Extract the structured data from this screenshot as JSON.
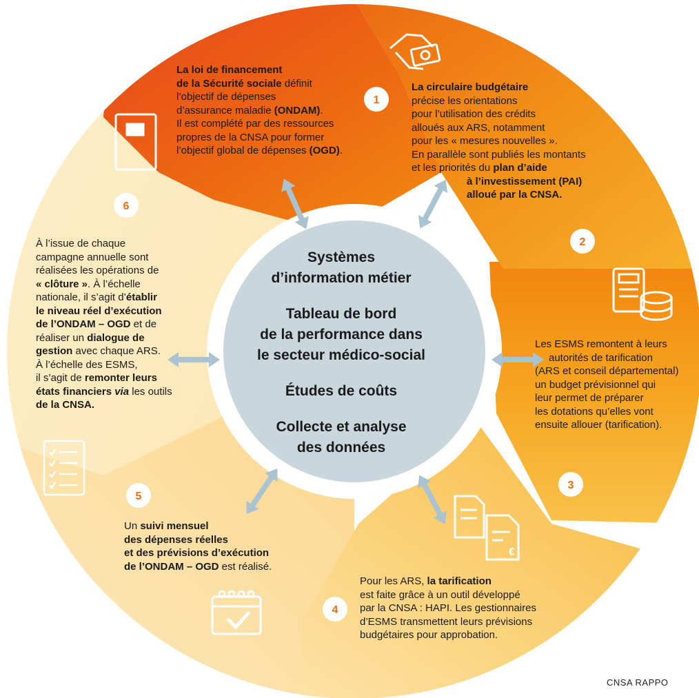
{
  "center": {
    "line1": "Systèmes",
    "line2": "d’information métier",
    "line3": "Tableau de bord",
    "line4": "de la performance dans",
    "line5": "le secteur médico-social",
    "line6": "Études de coûts",
    "line7": "Collecte et analyse",
    "line8": "des données"
  },
  "steps": [
    {
      "number": "1"
    },
    {
      "number": "2"
    },
    {
      "number": "3"
    },
    {
      "number": "4"
    },
    {
      "number": "5"
    },
    {
      "number": "6"
    }
  ],
  "text1": {
    "l1b": "La loi de financement",
    "l2b": "de la Sécurité sociale",
    "l2": " définit",
    "l3": "l’objectif de dépenses",
    "l4": "d’assurance maladie ",
    "l4b": "(ONDAM)",
    "l4e": ".",
    "l5": "Il est complété par des ressources",
    "l6": "propres de la CNSA pour former",
    "l7": "l’objectif global de dépenses ",
    "l7b": "(OGD)",
    "l7e": "."
  },
  "text2": {
    "l1b": "La circulaire budgétaire",
    "l2": "précise les orientations",
    "l3": "pour l’utilisation des crédits",
    "l4": "alloués aux ARS, notamment",
    "l5": "pour les « mesures nouvelles ».",
    "l6": "En parallèle sont publiés les montants",
    "l7": "et les priorités du ",
    "l7b": "plan d’aide",
    "l8b": "à l’investissement (PAI)",
    "l9b": "alloué par la CNSA."
  },
  "text3": {
    "l1": "Les ESMS remontent à leurs",
    "l2": "autorités de tarification",
    "l3": "(ARS et conseil départemental)",
    "l4": "un budget prévisionnel qui",
    "l5": "leur permet de préparer",
    "l6": "les dotations qu’elles vont",
    "l7": "ensuite allouer (tarification)."
  },
  "text4": {
    "l1": "Pour les ARS, ",
    "l1b": "la tarification",
    "l2": "est faite grâce à un outil développé",
    "l3": "par la CNSA : HAPI. Les gestionnaires",
    "l4": "d’ESMS transmettent leurs prévisions",
    "l5": "budgétaires pour approbation."
  },
  "text5": {
    "l1": "Un ",
    "l1b": "suivi mensuel",
    "l2b": "des dépenses réelles",
    "l3b": "et des prévisions d’exécution",
    "l4b": "de l’ONDAM – OGD",
    "l4": " est réalisé."
  },
  "text6": {
    "l1": "À l’issue de chaque",
    "l2": "campagne annuelle sont",
    "l3": "réalisées les opérations de",
    "l4b": "« clôture »",
    "l4": ". À l’échelle",
    "l5": "nationale, il s’agit d’",
    "l5b": "établir",
    "l6b": "le niveau réel d’exécution",
    "l7b": "de l’ONDAM – OGD",
    "l7": " et de",
    "l8": "réaliser un ",
    "l8b": "dialogue de",
    "l9b": "gestion",
    "l9": " avec chaque ARS.",
    "l10": "À l’échelle des ESMS,",
    "l11": "il s’agit de ",
    "l11b": "remonter leurs",
    "l12b": "états financiers ",
    "l12i": "via",
    "l12": " les outils",
    "l13b": "de la CNSA."
  },
  "footer": "CNSA RAPPO",
  "colors": {
    "deep_orange": "#e8501a",
    "orange": "#ef7d0e",
    "light_orange": "#f6a623",
    "yellow": "#fcd98a",
    "pale": "#fdebc1",
    "center_fill": "#c9d6dc",
    "arrow": "#a9c3d1",
    "number": "#ea6e0f"
  }
}
